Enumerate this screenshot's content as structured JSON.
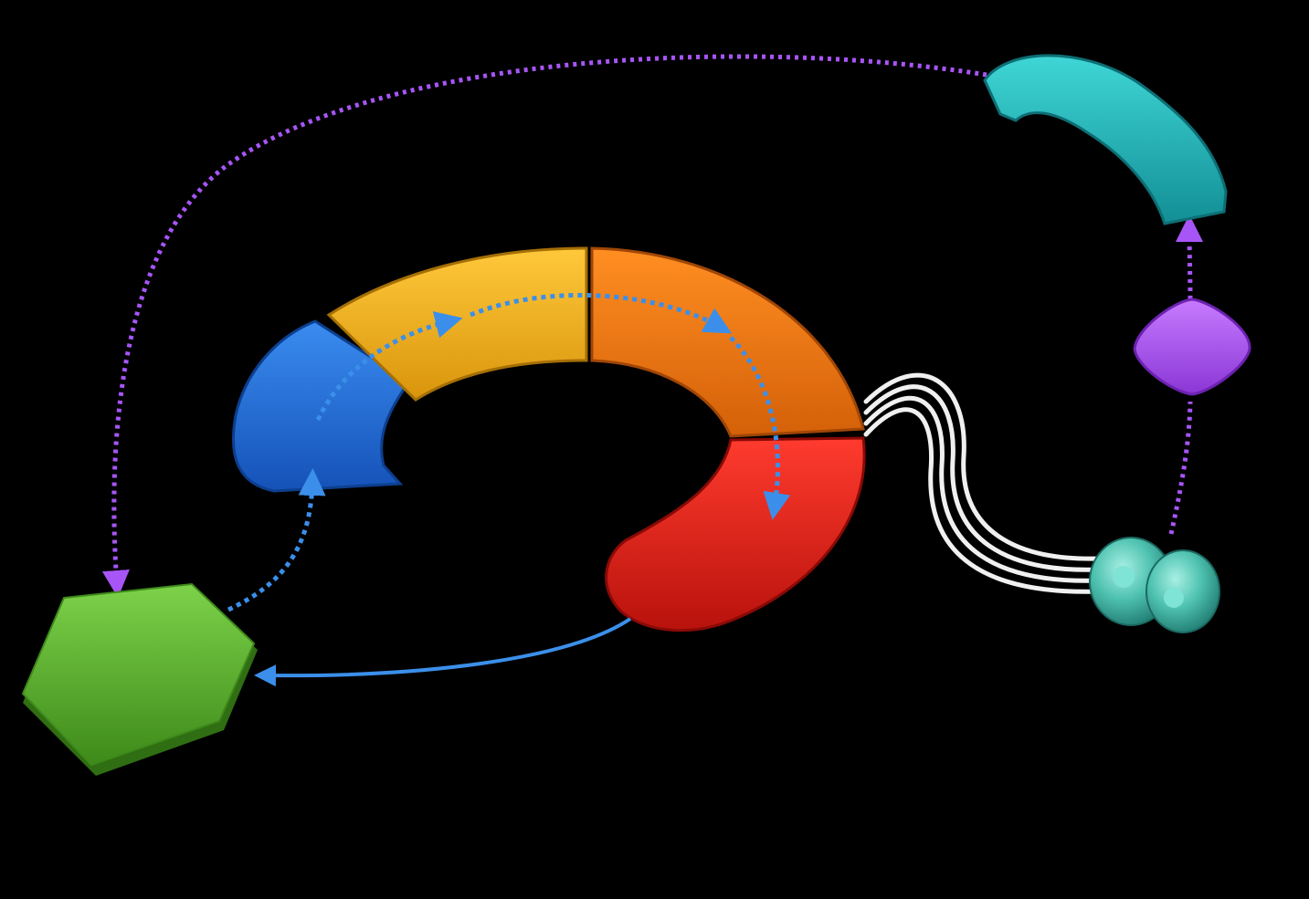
{
  "diagram": {
    "background": "#000000",
    "ring": {
      "segments": [
        {
          "name": "blue",
          "color": "#1f6fd6"
        },
        {
          "name": "yellow",
          "color": "#f2b21a"
        },
        {
          "name": "orange",
          "color": "#f07a10"
        },
        {
          "name": "red",
          "color": "#e5201a"
        }
      ]
    },
    "nodes": {
      "hexagon": {
        "color": "#58b52c"
      },
      "rounded_square": {
        "color": "#b158f0"
      },
      "arc_piece": {
        "color": "#1fb8b8"
      },
      "twin_sphere": {
        "color": "#4fc2b0"
      },
      "ribbon": {
        "color": "#f0f0f0"
      }
    },
    "connector_colors": {
      "purple_dotted": "#a855f7",
      "blue_dotted": "#3b8fea",
      "blue_solid": "#3b8fea"
    }
  }
}
